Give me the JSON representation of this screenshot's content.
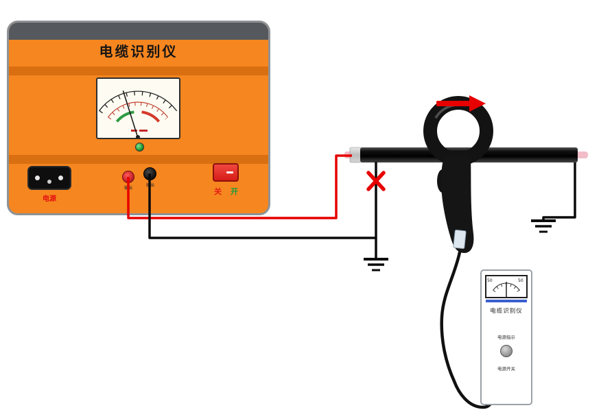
{
  "device": {
    "title": "电缆识别仪",
    "power_label": "电源",
    "output_red_label": "输出",
    "output_black_label": "输出",
    "switch_off_label": "关",
    "switch_on_label": "开"
  },
  "receiver": {
    "title": "电缆识别仪",
    "meter_scale_left": "50",
    "meter_scale_right": "50",
    "power_indicator_label": "电源指示",
    "power_switch_label": "电源开关"
  },
  "icons": {
    "ground-symbol": "⏚",
    "fault-x-mark": "✕",
    "current-direction-arrow": "→"
  },
  "colors": {
    "device_body": "#F6861F",
    "device_stripe": "#D96F10",
    "top_band": "#55585C",
    "wire_red": "#E60000",
    "wire_black": "#0A0A0A",
    "rocker_switch": "#D61D17",
    "indicator_green": "#1F9A33",
    "receiver_bar_blue": "#3A5FD0"
  }
}
